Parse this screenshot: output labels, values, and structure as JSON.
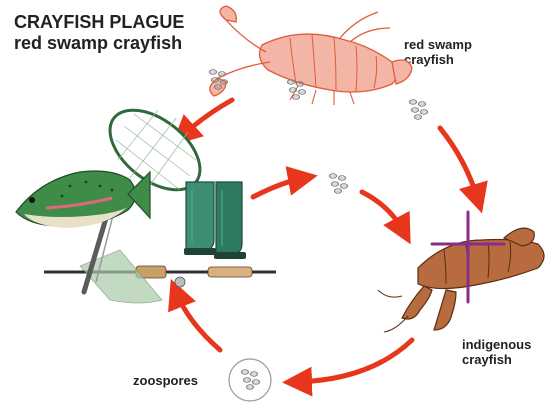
{
  "title": {
    "line1": "CRAYFISH PLAGUE",
    "line2": "red swamp crayfish"
  },
  "labels": {
    "red_swamp": {
      "line1": "red swamp",
      "line2": "crayfish"
    },
    "indigenous": {
      "line1": "indigenous",
      "line2": "crayfish"
    },
    "zoospores": "zoospores"
  },
  "colors": {
    "arrow": "#e8361c",
    "red_crayfish": "#e25a3b",
    "brown_crayfish": "#8a4a24",
    "cross": "#8a2c8c",
    "fish": "#3f8c49",
    "boot": "#3d8e72",
    "spore": "#808080"
  }
}
